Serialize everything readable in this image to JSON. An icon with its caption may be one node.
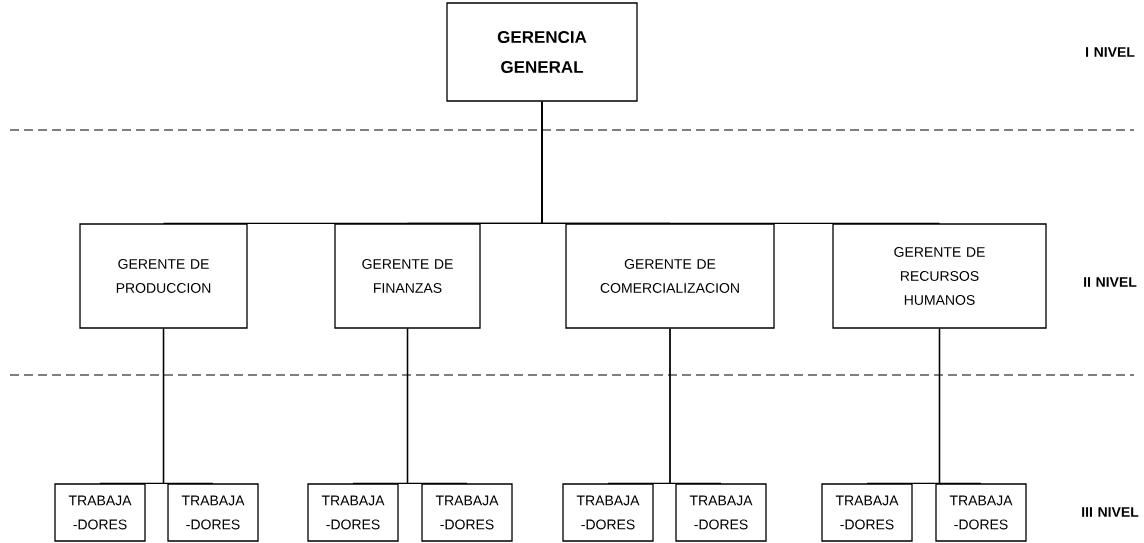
{
  "diagram": {
    "nodes": [
      {
        "text": [
          "GERENCIA GENERAL"
        ]
      },
      {
        "text": [
          "GERENTE DE PRODUCCION"
        ]
      },
      {
        "text": [
          "GERENTE DE FINANZAS"
        ]
      },
      {
        "text": [
          "GERENTE DE COMERCIALIZACION"
        ]
      },
      {
        "text": [
          "GERENTE DE RECURSOS HUMANOS"
        ]
      },
      {
        "text": [
          "TRABAJA -DORES"
        ]
      },
      {
        "text": [
          "TRABAJA -DORES"
        ]
      },
      {
        "text": [
          "TRABAJA -DORES"
        ]
      },
      {
        "text": [
          "TRABAJA -DORES"
        ]
      },
      {
        "text": [
          "TRABAJA -DORES"
        ]
      },
      {
        "text": [
          "TRABAJA -DORES"
        ]
      },
      {
        "text": [
          "TRABAJA -DORES"
        ]
      },
      {
        "text": [
          "TRABAJA -DORES"
        ]
      }
    ],
    "edges": [
      {
        "from": 0,
        "to": 1,
        "arrow": "none"
      },
      {
        "from": 0,
        "to": 2,
        "arrow": "none"
      },
      {
        "from": 0,
        "to": 3,
        "arrow": "none"
      },
      {
        "from": 0,
        "to": 4,
        "arrow": "none"
      },
      {
        "from": 1,
        "to": 5,
        "arrow": "none"
      },
      {
        "from": 1,
        "to": 6,
        "arrow": "none"
      },
      {
        "from": 2,
        "to": 7,
        "arrow": "none"
      },
      {
        "from": 2,
        "to": 8,
        "arrow": "none"
      },
      {
        "from": 3,
        "to": 9,
        "arrow": "none"
      },
      {
        "from": 3,
        "to": 10,
        "arrow": "none"
      },
      {
        "from": 4,
        "to": 11,
        "arrow": "none"
      },
      {
        "from": 4,
        "to": 12,
        "arrow": "none"
      }
    ],
    "labels": [
      "I NIVEL",
      "II NIVEL",
      "III NIVEL"
    ]
  }
}
